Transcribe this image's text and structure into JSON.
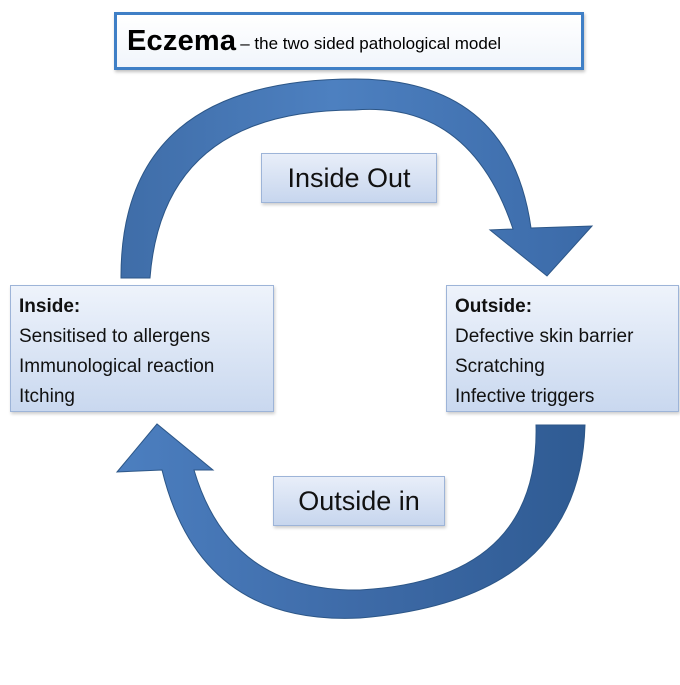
{
  "title": {
    "main": "Eczema",
    "sub": "– the two sided pathological model"
  },
  "cycle": {
    "top_label": "Inside Out",
    "bottom_label": "Outside in"
  },
  "inside": {
    "heading": "Inside:",
    "items": [
      "Sensitised to allergens",
      "Immunological reaction",
      "Itching"
    ]
  },
  "outside": {
    "heading": "Outside:",
    "items": [
      "Defective skin barrier",
      "Scratching",
      "Infective triggers"
    ]
  },
  "colors": {
    "arrow_dark": "#2f5b93",
    "arrow_light": "#5d8fd0",
    "title_border": "#3f7fc6"
  }
}
